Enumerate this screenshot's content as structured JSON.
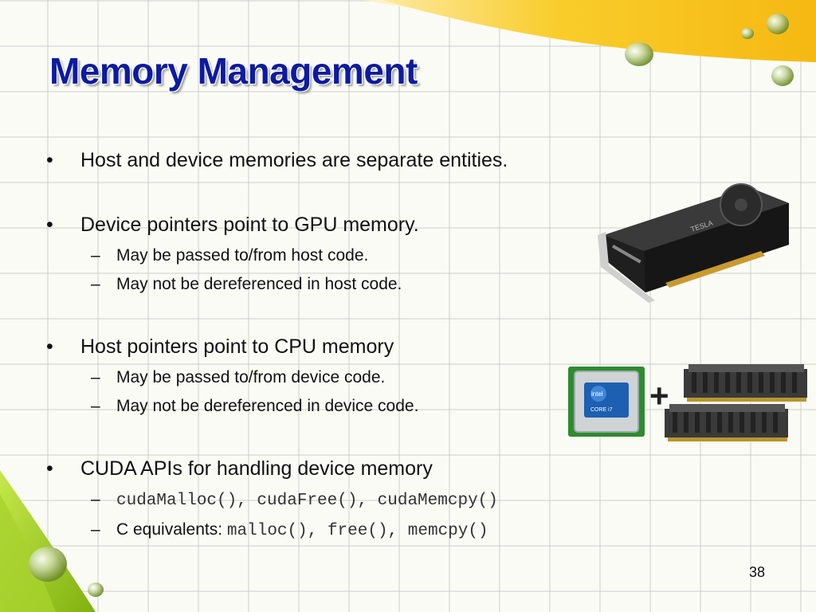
{
  "slide": {
    "title": "Memory Management",
    "page_number": "38",
    "colors": {
      "title": "#0d1b9e",
      "text": "#111111",
      "accent_yellow": "#f7c21b",
      "accent_green": "#9ccc1a"
    }
  },
  "bullets": [
    {
      "text": "Host and device memories are separate entities.",
      "subs": []
    },
    {
      "text": "Device pointers point to GPU memory.",
      "subs": [
        {
          "text": "May be passed to/from host code."
        },
        {
          "text": "May not be dereferenced in host code."
        }
      ]
    },
    {
      "text": "Host pointers point to CPU memory",
      "subs": [
        {
          "text": "May be passed to/from device code."
        },
        {
          "text": "May not be dereferenced in device code."
        }
      ]
    },
    {
      "text": "CUDA APIs for handling device memory",
      "subs": [
        {
          "code": "cudaMalloc(), cudaFree(), cudaMemcpy()"
        },
        {
          "text": "C equivalents",
          "code_prefix": ": ",
          "code": "malloc(), free(), memcpy()"
        }
      ]
    }
  ],
  "images": {
    "gpu": {
      "icon": "gpu-card-icon",
      "label": "TESLA"
    },
    "cpu": {
      "icon": "cpu-chip-icon",
      "label": "CORE i7"
    },
    "ram": {
      "icon": "ram-module-icon",
      "plus": "+"
    }
  },
  "dash": "–"
}
